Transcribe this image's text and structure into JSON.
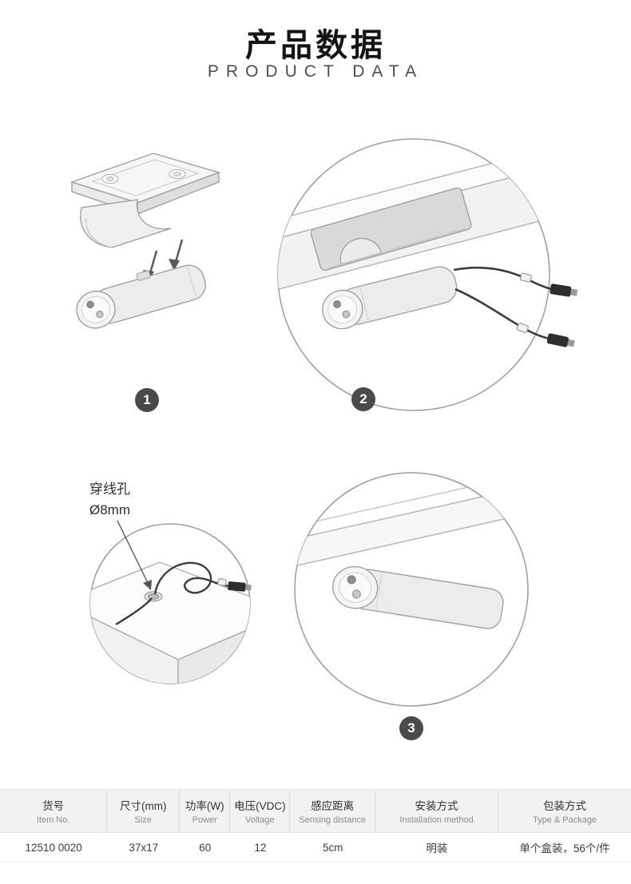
{
  "header": {
    "title_cn": "产品数据",
    "title_en": "PRODUCT DATA"
  },
  "steps": [
    {
      "number": "1"
    },
    {
      "number": "2"
    },
    {
      "number": "3"
    }
  ],
  "annotations": {
    "wire_hole_label": "穿线孔",
    "wire_hole_size": "Ø8mm"
  },
  "table": {
    "columns": [
      {
        "cn": "货号",
        "en": "Item No.",
        "value": "12510 0020"
      },
      {
        "cn": "尺寸(mm)",
        "en": "Size",
        "value": "37x17"
      },
      {
        "cn": "功率(W)",
        "en": "Power",
        "value": "60"
      },
      {
        "cn": "电压(VDC)",
        "en": "Voltage",
        "value": "12"
      },
      {
        "cn": "感应距离",
        "en": "Sensing distance",
        "value": "5cm"
      },
      {
        "cn": "安装方式",
        "en": "Installation method",
        "value": "明装"
      },
      {
        "cn": "包装方式",
        "en": "Type & Package",
        "value": "单个盒装，56个/件"
      }
    ]
  },
  "colors": {
    "badge_bg": "#4a4a4a",
    "table_header_bg": "#f2f2f2",
    "line_gray": "#9b9b9b",
    "wire": "#3c3c3c"
  }
}
